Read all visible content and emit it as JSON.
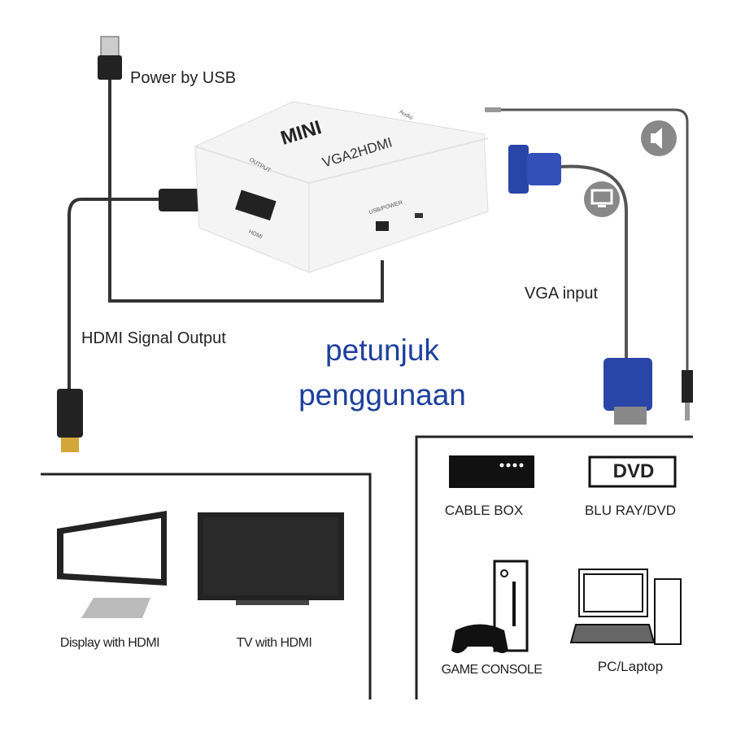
{
  "labels": {
    "power": "Power by USB",
    "hdmi_output": "HDMI Signal Output",
    "vga_input": "VGA input"
  },
  "device": {
    "brand": "MINI",
    "model": "VGA2HDMI",
    "port_output": "OUTPUT",
    "port_hdmi": "HDMI",
    "port_usb": "USB/POWER",
    "port_audio": "Audio"
  },
  "title": {
    "line1": "petunjuk",
    "line2": "penggunaan"
  },
  "outputs": [
    "Display with HDMI",
    "TV with HDMI"
  ],
  "sources": {
    "cable_box": "CABLE BOX",
    "dvd": "BLU RAY/DVD",
    "dvd_logo": "DVD",
    "console": "GAME CONSOLE",
    "pc": "PC/Laptop"
  },
  "colors": {
    "title_blue": "#1d3f9e",
    "vga_blue": "#2a45a8"
  }
}
